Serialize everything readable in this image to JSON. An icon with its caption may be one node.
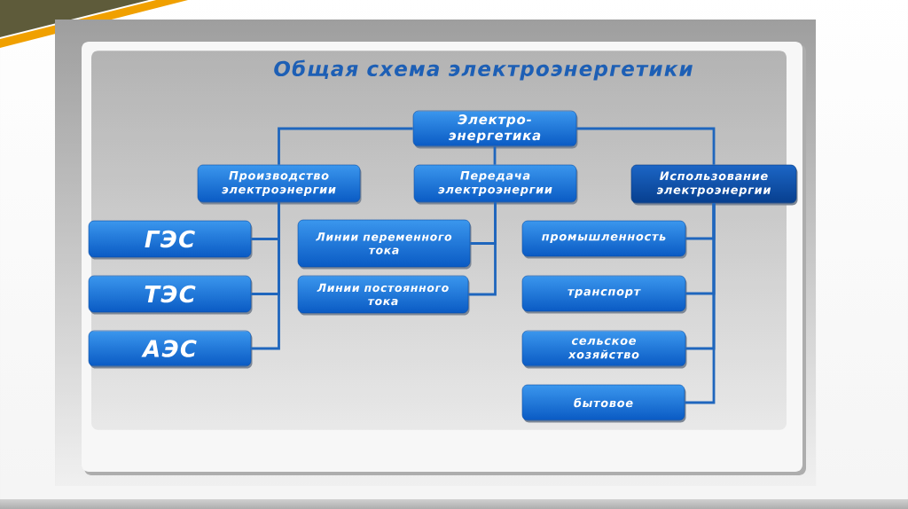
{
  "diagram": {
    "title": "Общая схема электроэнергетики",
    "nodes": [
      {
        "text": [
          "Электро- энергетика"
        ]
      },
      {
        "text": [
          "Производство электроэнергии"
        ]
      },
      {
        "text": [
          "Передача электроэнергии"
        ]
      },
      {
        "text": [
          "Использование электроэнергии"
        ]
      },
      {
        "text": [
          "ГЭС"
        ]
      },
      {
        "text": [
          "ТЭС"
        ]
      },
      {
        "text": [
          "АЭС"
        ]
      },
      {
        "text": [
          "Линии переменного тока"
        ]
      },
      {
        "text": [
          "Линии постоянного тока"
        ]
      },
      {
        "text": [
          "промышленность"
        ]
      },
      {
        "text": [
          "транспорт"
        ]
      },
      {
        "text": [
          "сельское хозяйство"
        ]
      },
      {
        "text": [
          "бытовое"
        ]
      }
    ],
    "edges": [
      {
        "from": 0,
        "to": 1,
        "arrow": "none"
      },
      {
        "from": 0,
        "to": 2,
        "arrow": "none"
      },
      {
        "from": 0,
        "to": 3,
        "arrow": "none"
      },
      {
        "from": 1,
        "to": 4,
        "arrow": "none"
      },
      {
        "from": 1,
        "to": 5,
        "arrow": "none"
      },
      {
        "from": 1,
        "to": 6,
        "arrow": "none"
      },
      {
        "from": 2,
        "to": 7,
        "arrow": "none"
      },
      {
        "from": 2,
        "to": 8,
        "arrow": "none"
      },
      {
        "from": 3,
        "to": 9,
        "arrow": "none"
      },
      {
        "from": 3,
        "to": 10,
        "arrow": "none"
      },
      {
        "from": 3,
        "to": 11,
        "arrow": "none"
      },
      {
        "from": 3,
        "to": 12,
        "arrow": "none"
      }
    ]
  }
}
